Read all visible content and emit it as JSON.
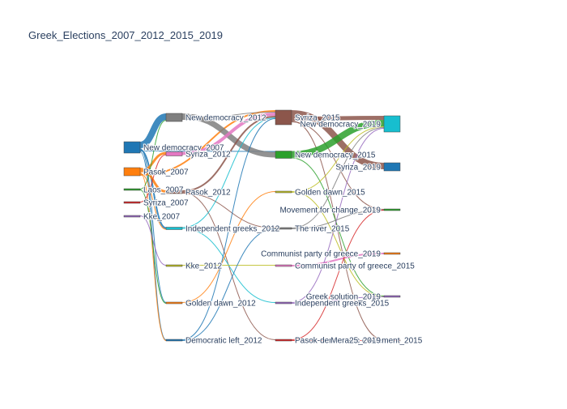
{
  "title": "Greek_Elections_2007_2012_2015_2019",
  "chart_data": {
    "type": "sankey",
    "title": "Greek_Elections_2007_2012_2015_2019",
    "nodes": [
      {
        "id": "nd2007",
        "label": "New democracy_2007",
        "color": "#1f77b4",
        "stage": 0,
        "size": 14
      },
      {
        "id": "pa2007",
        "label": "Pasok_2007",
        "color": "#ff7f0e",
        "stage": 0,
        "size": 10
      },
      {
        "id": "la2007",
        "label": "Laos_2007",
        "color": "#2ca02c",
        "stage": 0,
        "size": 2
      },
      {
        "id": "sy2007",
        "label": "Syriza_2007",
        "color": "#d62728",
        "stage": 0,
        "size": 2
      },
      {
        "id": "kk2007",
        "label": "Kke_2007",
        "color": "#9467bd",
        "stage": 0,
        "size": 2
      },
      {
        "id": "nd2012",
        "label": "New democracy_2012",
        "color": "#7f7f7f",
        "stage": 1,
        "size": 10
      },
      {
        "id": "sy2012",
        "label": "Syriza_2012",
        "color": "#e377c2",
        "stage": 1,
        "size": 5
      },
      {
        "id": "pa2012",
        "label": "Pasok_2012",
        "color": "#8c564b",
        "stage": 1,
        "size": 4
      },
      {
        "id": "ig2012",
        "label": "Independent greeks_2012",
        "color": "#17becf",
        "stage": 1,
        "size": 3
      },
      {
        "id": "kk2012",
        "label": "Kke_2012",
        "color": "#bcbd22",
        "stage": 1,
        "size": 2
      },
      {
        "id": "gd2012",
        "label": "Golden dawn_2012",
        "color": "#ff7f0e",
        "stage": 1,
        "size": 2
      },
      {
        "id": "dl2012",
        "label": "Democratic left_2012",
        "color": "#1f77b4",
        "stage": 1,
        "size": 2
      },
      {
        "id": "sy2015",
        "label": "Syriza_2015",
        "color": "#8c564b",
        "stage": 2,
        "size": 18
      },
      {
        "id": "nd2015",
        "label": "New democracy_2015",
        "color": "#2ca02c",
        "stage": 2,
        "size": 9
      },
      {
        "id": "gd2015",
        "label": "Golden dawn_2015",
        "color": "#bcbd22",
        "stage": 2,
        "size": 2
      },
      {
        "id": "tr2015",
        "label": "The river_2015",
        "color": "#7f7f7f",
        "stage": 2,
        "size": 2
      },
      {
        "id": "kk2015",
        "label": "Communist party of greece_2015",
        "color": "#e377c2",
        "stage": 2,
        "size": 2
      },
      {
        "id": "ig2015",
        "label": "Independent greeks_2015",
        "color": "#9467bd",
        "stage": 2,
        "size": 2
      },
      {
        "id": "pd2015",
        "label": "Pasok-democratic movement_2015",
        "color": "#d62728",
        "stage": 2,
        "size": 2
      },
      {
        "id": "nd2019",
        "label": "New democracy_2019",
        "color": "#17becf",
        "stage": 3,
        "size": 20
      },
      {
        "id": "sy2019",
        "label": "Syriza_2019",
        "color": "#1f77b4",
        "stage": 3,
        "size": 10
      },
      {
        "id": "mc2019",
        "label": "Movement for change_2019",
        "color": "#2ca02c",
        "stage": 3,
        "size": 2
      },
      {
        "id": "kk2019",
        "label": "Communist party of greece_2019",
        "color": "#ff7f0e",
        "stage": 3,
        "size": 2
      },
      {
        "id": "gs2019",
        "label": "Greek solution_2019",
        "color": "#9467bd",
        "stage": 3,
        "size": 2
      },
      {
        "id": "me2019",
        "label": "Mera25_2019",
        "color": "#d62728",
        "stage": 3,
        "size": 2
      }
    ],
    "links": [
      {
        "source": "nd2007",
        "target": "nd2012",
        "value": 8
      },
      {
        "source": "nd2007",
        "target": "gd2012",
        "value": 1
      },
      {
        "source": "nd2007",
        "target": "ig2012",
        "value": 2
      },
      {
        "source": "nd2007",
        "target": "nd2015",
        "value": 1
      },
      {
        "source": "nd2007",
        "target": "dl2012",
        "value": 1
      },
      {
        "source": "pa2007",
        "target": "pa2012",
        "value": 3
      },
      {
        "source": "pa2007",
        "target": "sy2012",
        "value": 3
      },
      {
        "source": "pa2007",
        "target": "dl2012",
        "value": 1
      },
      {
        "source": "pa2007",
        "target": "ig2012",
        "value": 1
      },
      {
        "source": "pa2007",
        "target": "sy2015",
        "value": 2
      },
      {
        "source": "la2007",
        "target": "nd2012",
        "value": 1
      },
      {
        "source": "la2007",
        "target": "gd2012",
        "value": 1
      },
      {
        "source": "sy2007",
        "target": "sy2012",
        "value": 1
      },
      {
        "source": "kk2007",
        "target": "kk2012",
        "value": 1
      },
      {
        "source": "nd2012",
        "target": "nd2015",
        "value": 7
      },
      {
        "source": "nd2012",
        "target": "sy2015",
        "value": 1
      },
      {
        "source": "sy2012",
        "target": "sy2015",
        "value": 4
      },
      {
        "source": "pa2012",
        "target": "sy2015",
        "value": 2
      },
      {
        "source": "pa2012",
        "target": "pd2015",
        "value": 1
      },
      {
        "source": "pa2012",
        "target": "tr2015",
        "value": 1
      },
      {
        "source": "ig2012",
        "target": "sy2015",
        "value": 1
      },
      {
        "source": "ig2012",
        "target": "ig2015",
        "value": 1
      },
      {
        "source": "kk2012",
        "target": "kk2015",
        "value": 1
      },
      {
        "source": "gd2012",
        "target": "gd2015",
        "value": 1
      },
      {
        "source": "dl2012",
        "target": "sy2015",
        "value": 1
      },
      {
        "source": "dl2012",
        "target": "tr2015",
        "value": 1
      },
      {
        "source": "sy2015",
        "target": "sy2019",
        "value": 8
      },
      {
        "source": "sy2015",
        "target": "nd2019",
        "value": 5
      },
      {
        "source": "sy2015",
        "target": "me2019",
        "value": 1
      },
      {
        "source": "sy2015",
        "target": "mc2019",
        "value": 1
      },
      {
        "source": "nd2015",
        "target": "nd2019",
        "value": 8
      },
      {
        "source": "nd2015",
        "target": "gs2019",
        "value": 1
      },
      {
        "source": "gd2015",
        "target": "gs2019",
        "value": 1
      },
      {
        "source": "gd2015",
        "target": "nd2019",
        "value": 1
      },
      {
        "source": "tr2015",
        "target": "nd2019",
        "value": 1
      },
      {
        "source": "tr2015",
        "target": "mc2019",
        "value": 1
      },
      {
        "source": "kk2015",
        "target": "kk2019",
        "value": 2
      },
      {
        "source": "ig2015",
        "target": "nd2019",
        "value": 1
      },
      {
        "source": "ig2015",
        "target": "gs2019",
        "value": 1
      },
      {
        "source": "pd2015",
        "target": "mc2019",
        "value": 1
      },
      {
        "source": "pd2015",
        "target": "me2019",
        "value": 1
      }
    ]
  }
}
